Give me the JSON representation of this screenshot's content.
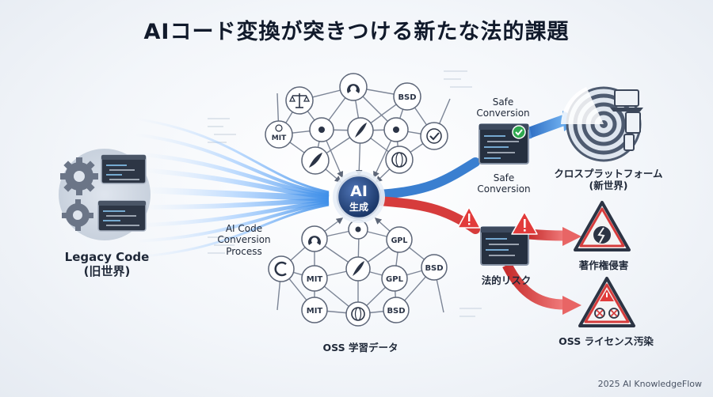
{
  "title": "AIコード変換が突きつける新たな法的課題",
  "legacy": {
    "line1": "Legacy Code",
    "line2": "(旧世界)"
  },
  "process": {
    "line1": "AI Code",
    "line2": "Conversion",
    "line3": "Process"
  },
  "core": {
    "line1": "AI",
    "line2": "生成"
  },
  "oss_label": "OSS 学習データ",
  "safe": {
    "label_top": "Safe\nConversion",
    "label_bottom": "Safe\nConversion"
  },
  "cross_platform": {
    "line1": "クロスプラットフォーム",
    "line2": "(新世界)"
  },
  "legal_risk": "法的リスク",
  "copyright": "著作権侵害",
  "oss_license": "OSS ライセンス汚染",
  "license_nodes": {
    "top_bsd": "BSD",
    "top_mit": "MIT",
    "bot_gpl_top": "GPL",
    "bot_mit_1": "MIT",
    "bot_gpl_2": "GPL",
    "bot_bsd_1": "BSD",
    "bot_mit_2": "MIT",
    "bot_bsd_2": "BSD"
  },
  "icons": [
    "gear-icon",
    "code-window-icon",
    "scale-icon",
    "feather-icon",
    "check-icon",
    "warning-icon",
    "broken-shield-icon",
    "radar-icon",
    "laptop-icon",
    "tablet-icon",
    "phone-icon"
  ],
  "colors": {
    "safe": "#3a7fd0",
    "risk": "#d63c3c",
    "core": "#1f3f78"
  },
  "footer": "2025 AI KnowledgeFlow"
}
